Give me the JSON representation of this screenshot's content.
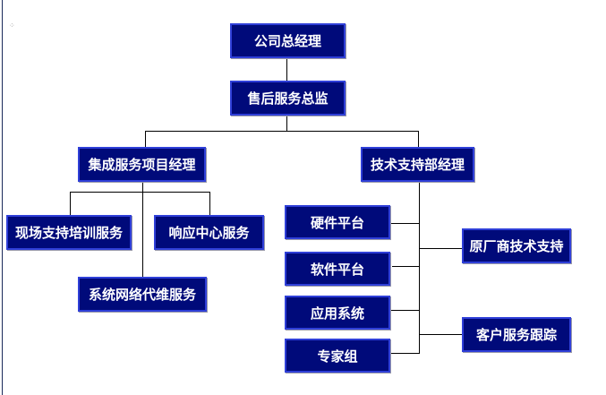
{
  "nodes": {
    "ceo": "公司总经理",
    "director": "售后服务总监",
    "integration_manager": "集成服务项目经理",
    "tech_support_manager": "技术支持部经理",
    "onsite_training": "现场支持培训服务",
    "response_center": "响应中心服务",
    "network_maintenance": "系统网络代维服务",
    "hardware": "硬件平台",
    "software": "软件平台",
    "applications": "应用系统",
    "experts": "专家组",
    "vendor_support": "原厂商技术支持",
    "customer_tracking": "客户服务跟踪"
  },
  "colors": {
    "box": "#000a7a",
    "border": "#2f3fd8",
    "line": "#000000"
  }
}
